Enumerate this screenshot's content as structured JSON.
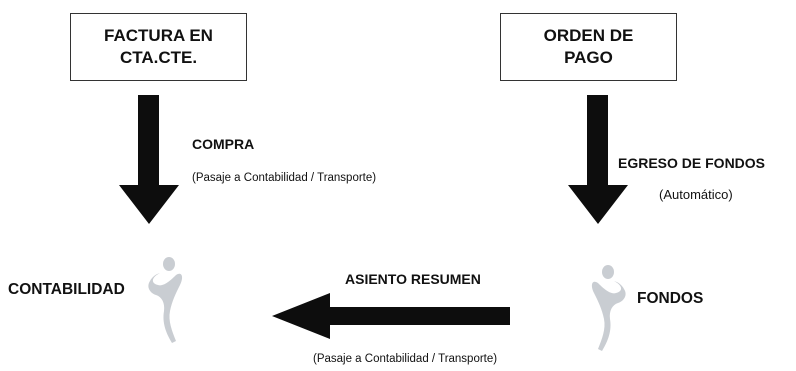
{
  "boxes": {
    "factura": {
      "line1": "FACTURA EN",
      "line2": "CTA.CTE."
    },
    "orden": {
      "line1": "ORDEN DE",
      "line2": "PAGO"
    }
  },
  "edges": {
    "compra": {
      "label": "COMPRA",
      "note": "(Pasaje a Contabilidad / Transporte)"
    },
    "egreso": {
      "label": "EGRESO DE FONDOS",
      "note": "(Automático)"
    },
    "asiento": {
      "label": "ASIENTO RESUMEN",
      "note": "(Pasaje a Contabilidad / Transporte)"
    }
  },
  "nodes": {
    "contabilidad": "CONTABILIDAD",
    "fondos": "FONDOS"
  },
  "colors": {
    "arrow": "#0d0d0d",
    "figure": "#c9cdd2"
  }
}
